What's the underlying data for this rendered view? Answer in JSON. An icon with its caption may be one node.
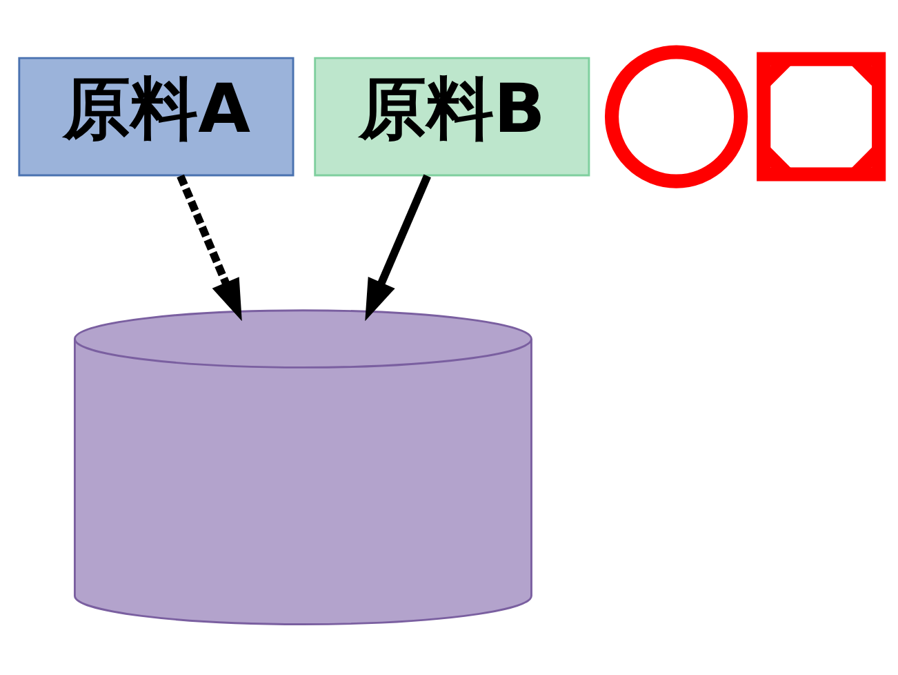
{
  "diagram": {
    "nodes": [
      {
        "text": [
          "原料A"
        ]
      },
      {
        "text": [],
        "shape": "circle"
      },
      {
        "text": [
          "原料B"
        ]
      },
      {
        "text": [],
        "shape": "cross"
      },
      {
        "text": [],
        "shape": "cylinder"
      }
    ],
    "edges": [
      {
        "from": 0,
        "to": 4,
        "arrow": "to",
        "style": "dashed"
      },
      {
        "from": 2,
        "to": 4,
        "arrow": "to"
      }
    ]
  }
}
